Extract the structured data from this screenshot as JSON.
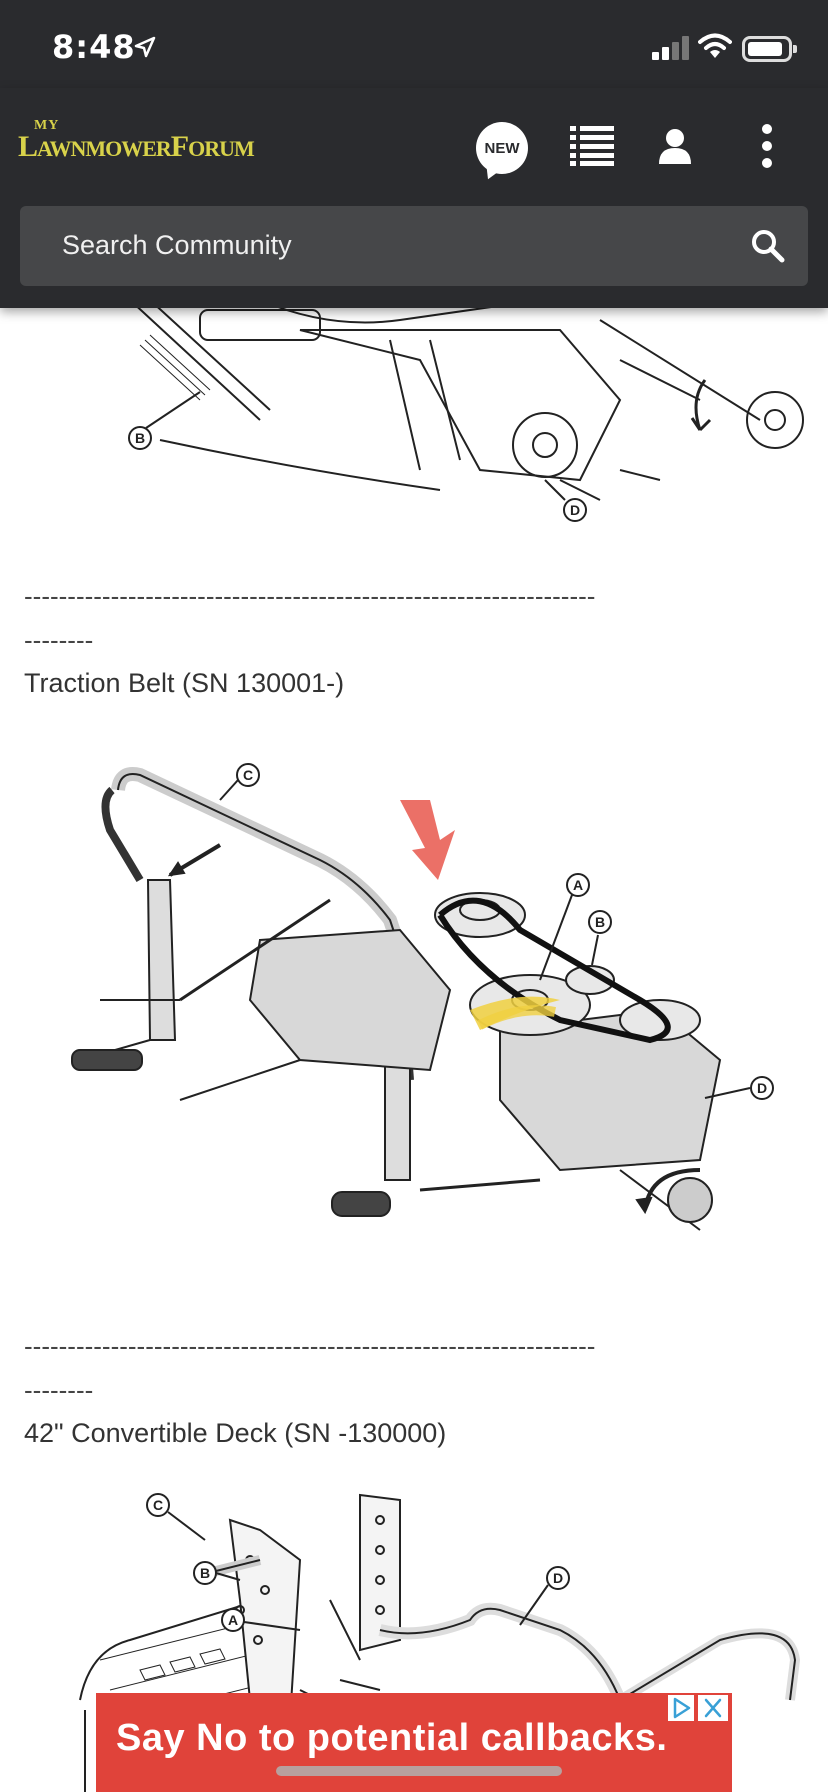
{
  "status_bar": {
    "time": "8:48"
  },
  "header": {
    "logo_my": "MY",
    "logo_text_l": "L",
    "logo_text_awnmower": "AWNMOWER",
    "logo_text_f": "F",
    "logo_text_orum": "ORUM",
    "new_label": "NEW"
  },
  "search": {
    "placeholder": "Search Community"
  },
  "article": {
    "separator_1": "------------------------------------------------------------------",
    "separator_1b": "--------",
    "caption_traction": "Traction Belt (SN 130001-)",
    "separator_2": "------------------------------------------------------------------",
    "separator_2b": "--------",
    "caption_deck": "42\" Convertible Deck (SN -130000)",
    "diagram_labels": {
      "top_b": "B",
      "top_d": "D",
      "traction_a": "A",
      "traction_b": "B",
      "traction_c": "C",
      "traction_d": "D",
      "deck_a": "A",
      "deck_b": "B",
      "deck_c": "C",
      "deck_d": "D"
    }
  },
  "ad": {
    "text": "Say No to potential callbacks."
  },
  "colors": {
    "header_bg": "#2a2b2e",
    "logo": "#d8d24a",
    "search_bg": "#464749",
    "ad_bg": "#e0433a",
    "highlight_arrow": "#e8574c",
    "highlight_clutch": "#f0d040"
  }
}
